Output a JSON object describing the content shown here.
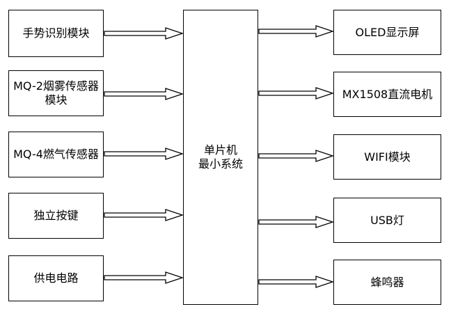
{
  "diagram": {
    "inputs": [
      {
        "lines": [
          "手势识别模块"
        ]
      },
      {
        "lines": [
          "MQ-2烟雾传感器",
          "模块"
        ]
      },
      {
        "lines": [
          "MQ-4燃气传感器"
        ]
      },
      {
        "lines": [
          "独立按键"
        ]
      },
      {
        "lines": [
          "供电电路"
        ]
      }
    ],
    "center": {
      "lines": [
        "单片机",
        "最小系统"
      ]
    },
    "outputs": [
      {
        "lines": [
          "OLED显示屏"
        ]
      },
      {
        "lines": [
          "MX1508直流电机"
        ]
      },
      {
        "lines": [
          "WIFI模块"
        ]
      },
      {
        "lines": [
          "USB灯"
        ]
      },
      {
        "lines": [
          "蜂鸣器"
        ]
      }
    ]
  }
}
